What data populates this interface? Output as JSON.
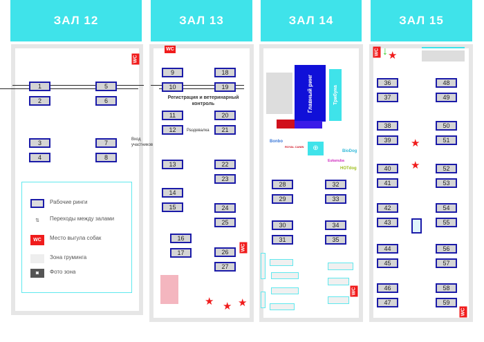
{
  "halls": [
    {
      "title": "ЗАЛ 12",
      "rings": [
        "1",
        "2",
        "3",
        "4",
        "5",
        "6",
        "7",
        "8"
      ]
    },
    {
      "title": "ЗАЛ 13",
      "rings": [
        "9",
        "10",
        "11",
        "12",
        "13",
        "14",
        "15",
        "16",
        "17",
        "18",
        "19",
        "20",
        "21",
        "22",
        "23",
        "24",
        "25",
        "26",
        "27"
      ]
    },
    {
      "title": "ЗАЛ 14",
      "rings": [
        "28",
        "29",
        "30",
        "31",
        "32",
        "33",
        "34",
        "35"
      ]
    },
    {
      "title": "ЗАЛ 15",
      "rings": [
        "36",
        "37",
        "38",
        "39",
        "40",
        "41",
        "42",
        "43",
        "44",
        "45",
        "46",
        "47",
        "48",
        "49",
        "50",
        "51",
        "52",
        "53",
        "54",
        "55",
        "56",
        "57",
        "58",
        "59"
      ]
    }
  ],
  "wc_label": "WC",
  "hall13": {
    "registration": "Регистрация и ветеринарный контроль",
    "changing": "Раздевалка",
    "entrance": "Вход участников"
  },
  "hall14": {
    "main_ring": "Главный ринг",
    "tribune": "Трибуна",
    "brands": [
      "Bonbo",
      "ROYAL CANIN",
      "BioDog",
      "Eukanuba",
      "HOTdog"
    ]
  },
  "legend": {
    "items": [
      {
        "icon": "ring-icon",
        "label": "Рабочие ринги"
      },
      {
        "icon": "passage-icon",
        "label": "Переходы между залами"
      },
      {
        "icon": "wc-icon",
        "label": "Место выгула собак"
      },
      {
        "icon": "grooming-icon",
        "label": "Зона груминга"
      },
      {
        "icon": "camera-icon",
        "label": "Фото зона"
      }
    ]
  },
  "colors": {
    "header": "#3fe3ea",
    "ring_border": "#1a1aa8",
    "main_ring": "#1010d8",
    "tribune": "#3fe3ea",
    "wc": "#f01c1c",
    "star": "#f01c1c"
  }
}
